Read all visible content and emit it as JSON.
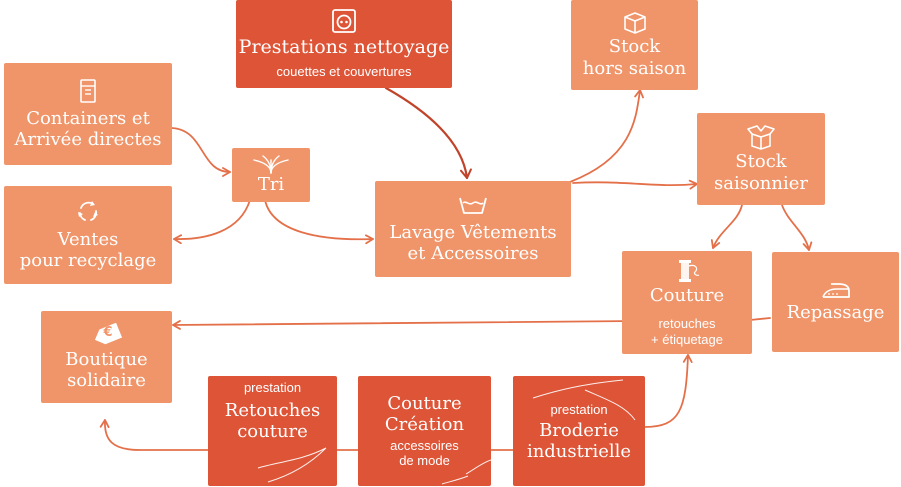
{
  "nodes": {
    "prestations_nettoyage": {
      "title": "Prestations nettoyage",
      "subtitle": "couettes et couvertures",
      "icon": "washing-machine-icon"
    },
    "stock_hors_saison": {
      "title_lines": [
        "Stock",
        "hors saison"
      ],
      "icon": "box-icon"
    },
    "containers": {
      "title_lines": [
        "Containers et",
        "Arrivée directes"
      ],
      "icon": "container-icon"
    },
    "tri": {
      "title": "Tri",
      "icon": "split-arrows-icon"
    },
    "ventes_recyclage": {
      "title_lines": [
        "Ventes",
        "pour recyclage"
      ],
      "icon": "recycle-icon"
    },
    "lavage": {
      "title_lines": [
        "Lavage Vêtements",
        "et Accessoires"
      ],
      "icon": "wash-basin-icon"
    },
    "stock_saisonnier": {
      "title_lines": [
        "Stock",
        "saisonnier"
      ],
      "icon": "open-box-icon"
    },
    "couture": {
      "title": "Couture",
      "subtitle_lines": [
        "retouches",
        "+ étiquetage"
      ],
      "icon": "thread-spool-icon"
    },
    "repassage": {
      "title": "Repassage",
      "icon": "iron-icon"
    },
    "boutique": {
      "title_lines": [
        "Boutique",
        "solidaire"
      ],
      "icon": "euro-tag-icon",
      "tag_symbol": "€"
    },
    "retouches": {
      "prefix": "prestation",
      "title_lines": [
        "Retouches",
        "couture"
      ]
    },
    "creation": {
      "title_lines": [
        "Couture",
        "Création"
      ],
      "subtitle_lines": [
        "accessoires",
        "de mode"
      ]
    },
    "broderie": {
      "prefix": "prestation",
      "title_lines": [
        "Broderie",
        "industrielle"
      ]
    }
  },
  "colors": {
    "light": "#f0956a",
    "dark": "#de5437",
    "arrow": "#e4704a",
    "text": "#ffffff"
  }
}
